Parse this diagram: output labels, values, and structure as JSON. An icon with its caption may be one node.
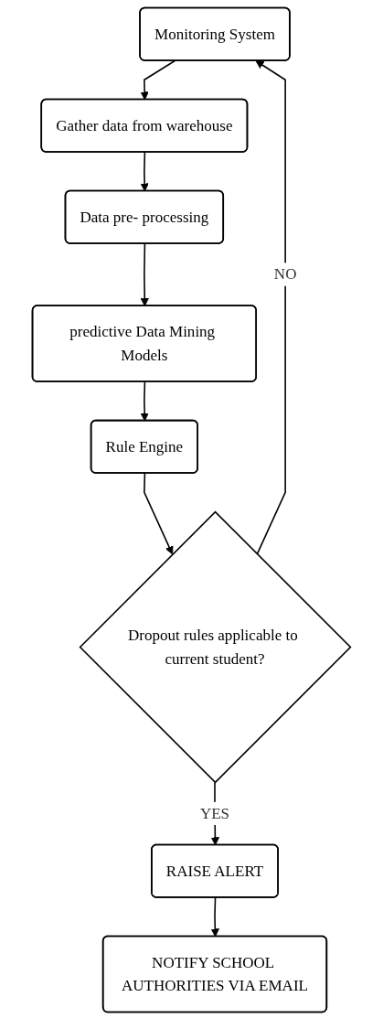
{
  "diagram": {
    "nodes": [
      {
        "text": [
          "Monitoring System"
        ]
      },
      {
        "text": [
          "Gather data from warehouse"
        ]
      },
      {
        "text": [
          "Data pre- processing"
        ]
      },
      {
        "text": [
          "predictive Data Mining Models"
        ]
      },
      {
        "text": [
          "Rule Engine"
        ]
      },
      {
        "text": [
          "Dropout rules applicable to current student?"
        ]
      },
      {
        "text": [
          "RAISE ALERT"
        ]
      },
      {
        "text": [
          "NOTIFY SCHOOL AUTHORITIES VIA EMAIL"
        ]
      }
    ],
    "edges": [
      {
        "from": 0,
        "to": 1,
        "arrow": "to"
      },
      {
        "from": 1,
        "to": 2,
        "arrow": "to"
      },
      {
        "from": 2,
        "to": 3,
        "arrow": "to"
      },
      {
        "from": 3,
        "to": 4,
        "arrow": "to"
      },
      {
        "from": 4,
        "to": 5,
        "arrow": "to"
      },
      {
        "from": 5,
        "to": 6,
        "label": "YES",
        "arrow": "to"
      },
      {
        "from": 6,
        "to": 7,
        "arrow": "to"
      },
      {
        "from": 5,
        "to": 0,
        "label": "NO",
        "arrow": "to"
      }
    ]
  }
}
